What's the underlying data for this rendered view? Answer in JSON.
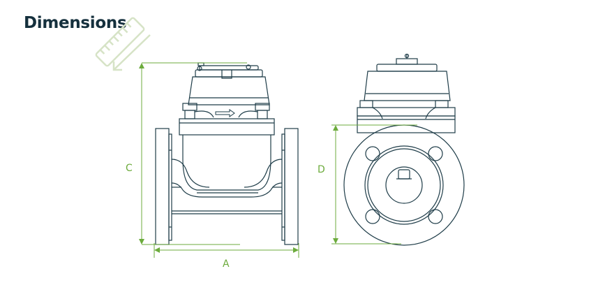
{
  "heading": "Dimensions",
  "icons": {
    "ruler": "ruler-icon"
  },
  "dimensions": {
    "a": "A",
    "c": "C",
    "d": "D"
  },
  "colors": {
    "heading": "#15303d",
    "outline": "#1e3c48",
    "dimension": "#6cab3c",
    "ruler": "#d6e3c6"
  }
}
